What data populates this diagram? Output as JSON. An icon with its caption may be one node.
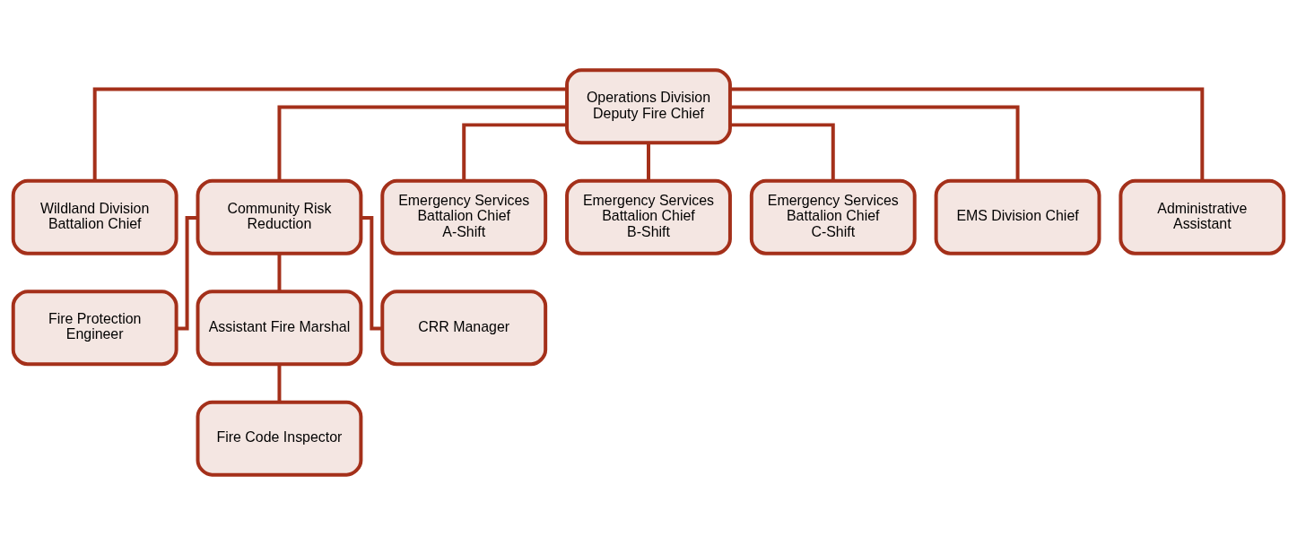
{
  "diagram": {
    "nodes": [
      {
        "text": [
          "Operations Division",
          "Deputy Fire Chief"
        ]
      },
      {
        "text": [
          "Wildland Division",
          "Battalion Chief"
        ]
      },
      {
        "text": [
          "Community Risk Reduction"
        ]
      },
      {
        "text": [
          "Emergency Services",
          "Battalion Chief A-Shift"
        ]
      },
      {
        "text": [
          "Emergency Services",
          "Battalion Chief B-Shift"
        ]
      },
      {
        "text": [
          "Emergency Services",
          "Battalion Chief C-Shift"
        ]
      },
      {
        "text": [
          "EMS Division Chief"
        ]
      },
      {
        "text": [
          "Administrative Assistant"
        ]
      },
      {
        "text": [
          "Fire Protection Engineer"
        ]
      },
      {
        "text": [
          "Assistant Fire Marshal"
        ]
      },
      {
        "text": [
          "CRR Manager"
        ]
      },
      {
        "text": [
          "Fire Code Inspector"
        ]
      }
    ],
    "edges": [
      {
        "from": 0,
        "to": 1,
        "arrow": "none"
      },
      {
        "from": 0,
        "to": 2,
        "arrow": "none"
      },
      {
        "from": 0,
        "to": 3,
        "arrow": "none"
      },
      {
        "from": 0,
        "to": 4,
        "arrow": "none"
      },
      {
        "from": 0,
        "to": 5,
        "arrow": "none"
      },
      {
        "from": 0,
        "to": 6,
        "arrow": "none"
      },
      {
        "from": 0,
        "to": 7,
        "arrow": "none"
      },
      {
        "from": 2,
        "to": 8,
        "arrow": "none"
      },
      {
        "from": 2,
        "to": 9,
        "arrow": "none"
      },
      {
        "from": 2,
        "to": 10,
        "arrow": "none"
      },
      {
        "from": 9,
        "to": 11,
        "arrow": "none"
      }
    ]
  }
}
